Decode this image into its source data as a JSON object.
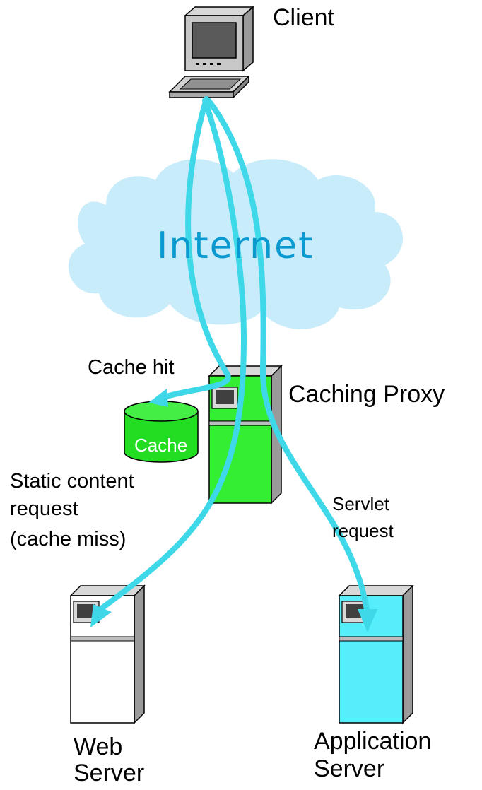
{
  "labels": {
    "client": "Client",
    "internet": "Internet",
    "cache_hit": "Cache hit",
    "caching_proxy": "Caching Proxy",
    "cache": "Cache",
    "static_line1": "Static content",
    "static_line2": "request",
    "static_line3": "(cache miss)",
    "servlet_line1": "Servlet",
    "servlet_line2": "request",
    "web_line1": "Web",
    "web_line2": "Server",
    "app_line1": "Application",
    "app_line2": "Server"
  },
  "colors": {
    "cloud": "#c9ecfb",
    "proxy": "#33ee33",
    "cache_disk": "#22dd22",
    "app_server": "#55eefa",
    "web_server": "#ffffff",
    "arrow": "#3ed8e8",
    "internet_text": "#0a9ad0"
  },
  "icons": [
    "client-computer-icon",
    "caching-proxy-server-icon",
    "cache-disk-icon",
    "web-server-icon",
    "application-server-icon"
  ]
}
